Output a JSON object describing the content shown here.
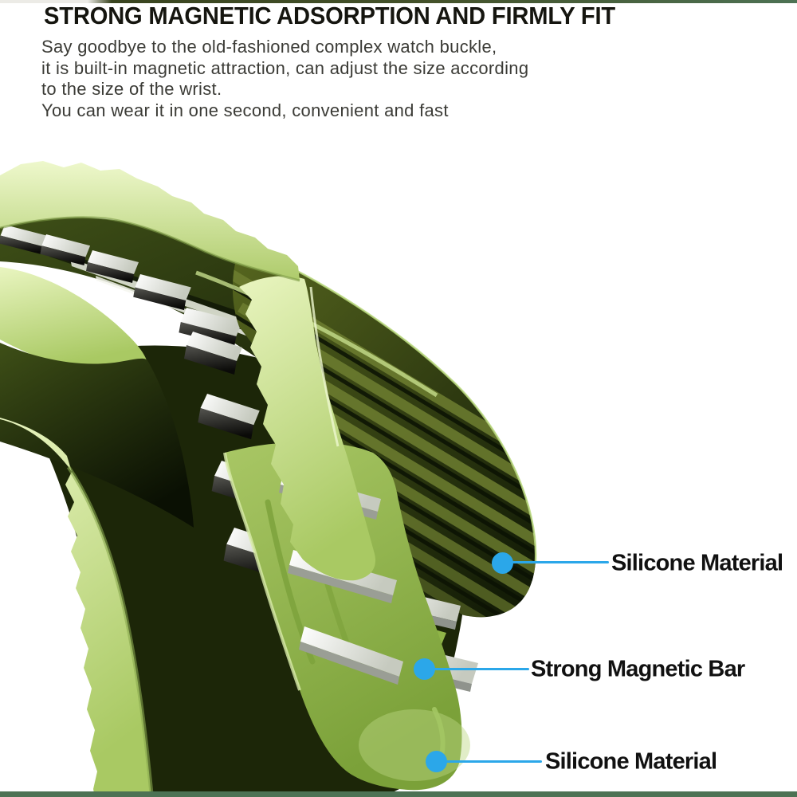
{
  "header": {
    "title": "STRONG MAGNETIC ADSORPTION AND FIRMLY FIT",
    "description_lines": [
      "Say goodbye to the old-fashioned complex watch buckle,",
      "it is built-in magnetic attraction, can adjust the size according",
      "to the size of the wrist.",
      "You can wear it in one second, convenient and fast"
    ]
  },
  "callouts": [
    {
      "label": "Silicone Material",
      "target": "dark olive silicone strap tip"
    },
    {
      "label": "Strong Magnetic Bar",
      "target": "white magnetic bar"
    },
    {
      "label": "Silicone Material",
      "target": "light green silicone strap tip"
    }
  ],
  "figure": {
    "description": "Two folded magnetic silicone watch straps (light green and dark olive) with white magnetic bars between the layers"
  },
  "colors": {
    "accent_blue": "#2BA7E9",
    "strip_bottom": "#4D7254",
    "title_color": "#15150F",
    "body_color": "#3B3B36",
    "pale_green": "#D9ECA8",
    "light_green": "#AFCD6D",
    "apple_green": "#8FB447",
    "olive": "#57671F",
    "dark_olive": "#2A370F",
    "deep_olive": "#141C06",
    "magnet_bar_white": "#FFFFFF"
  }
}
